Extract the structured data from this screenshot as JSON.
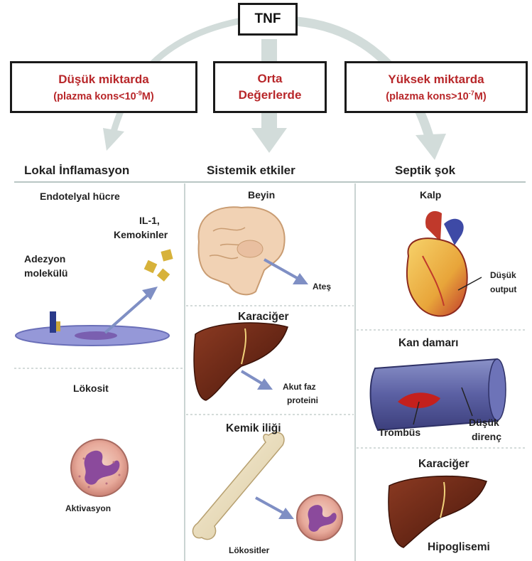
{
  "tnf": "TNF",
  "levels": {
    "low": {
      "line1": "Düşük miktarda",
      "line2_prefix": "(plazma kons<10",
      "line2_exp": "-9",
      "line2_suffix": "M)"
    },
    "mid": {
      "line1": "Orta",
      "line2": "Değerlerde"
    },
    "high": {
      "line1": "Yüksek miktarda",
      "line2_prefix": "(plazma kons>10",
      "line2_exp": "-7",
      "line2_suffix": "M)"
    }
  },
  "columns": {
    "left": "Lokal İnflamasyon",
    "middle": "Sistemik etkiler",
    "right": "Septik şok"
  },
  "left": {
    "endothelial": "Endotelyal hücre",
    "il1_line1": "IL-1,",
    "il1_line2": "Kemokinler",
    "adhesion_line1": "Adezyon",
    "adhesion_line2": "molekülü",
    "leukocyte": "Lökosit",
    "activation": "Aktivasyon"
  },
  "middle": {
    "brain": "Beyin",
    "fever": "Ateş",
    "liver": "Karaciğer",
    "acute_line1": "Akut faz",
    "acute_line2": "proteini",
    "marrow": "Kemik iliği",
    "leukocytes": "Lökositler"
  },
  "right": {
    "heart": "Kalp",
    "low_output_line1": "Düşük",
    "low_output_line2": "output",
    "vessel": "Kan damarı",
    "thrombus": "Trombüs",
    "low_resistance_line1": "Düşük",
    "low_resistance_line2": "direnç",
    "liver": "Karaciğer",
    "hypoglycemia": "Hipoglisemi"
  },
  "colors": {
    "title_red": "#b8272a",
    "arrow_gray": "#cdd8d6",
    "arrow_blue": "#7f8fc4",
    "liver_brown": "#6b2413",
    "divider": "#b9c6c4"
  }
}
